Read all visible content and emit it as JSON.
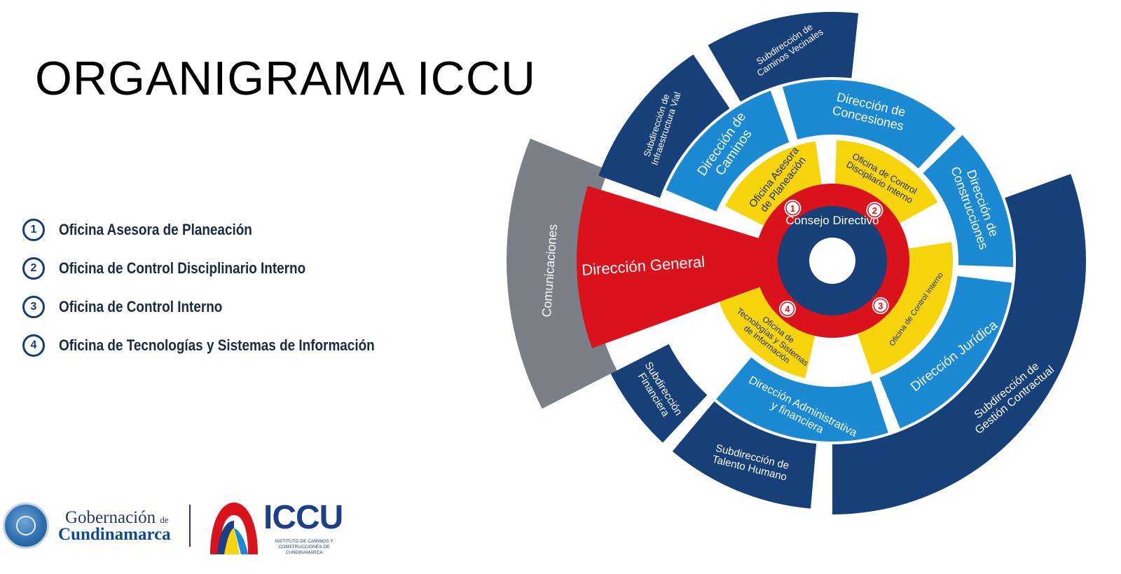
{
  "slide": {
    "title": "ORGANIGRAMA ICCU"
  },
  "legend": [
    {
      "number": "1",
      "label": "Oficina Asesora de Planeación"
    },
    {
      "number": "2",
      "label": "Oficina de Control Disciplinario Interno"
    },
    {
      "number": "3",
      "label": "Oficina de Control Interno"
    },
    {
      "number": "4",
      "label": "Oficina de Tecnologías y Sistemas de Información"
    }
  ],
  "diagram": {
    "center": {
      "label": "Consejo Directivo",
      "color": "#173f78"
    },
    "ring_numbers": [
      "1",
      "2",
      "3",
      "4"
    ],
    "direccion_general": {
      "label": "Dirección General",
      "color": "#d9121b"
    },
    "comunicaciones": {
      "label": "Comunicaciones",
      "color": "#7b7f87"
    },
    "oficinas": [
      {
        "lines": [
          "Oficina Asesora",
          "de Planeación"
        ]
      },
      {
        "lines": [
          "Oficina de Control",
          "Discipliario Interno"
        ]
      },
      {
        "lines": [
          "Oficina de Control Interno"
        ]
      },
      {
        "lines": [
          "Oficina de",
          "Tecnologías y Sistemas",
          "de Información"
        ]
      }
    ],
    "direcciones": [
      {
        "lines": [
          "Dirección de",
          "Caminos"
        ]
      },
      {
        "lines": [
          "Dirección de",
          "Concesiones"
        ]
      },
      {
        "lines": [
          "Dirección de",
          "Construcciones"
        ]
      },
      {
        "lines": [
          "Dirección Jurídica"
        ]
      },
      {
        "lines": [
          "Dirección Administrativa",
          "y financiera"
        ]
      }
    ],
    "subdirecciones": [
      {
        "lines": [
          "Subdirección de",
          "Infraestructura Vial"
        ]
      },
      {
        "lines": [
          "Subdirección de",
          "Caminos Vecinales"
        ]
      },
      {
        "lines": [
          "Subdirección de",
          "Gestión Contractual"
        ]
      },
      {
        "lines": [
          "Subdirección de",
          "Talento Humano"
        ]
      },
      {
        "lines": [
          "Subdirección",
          "Financiera"
        ]
      }
    ],
    "colors": {
      "red": "#d9121b",
      "yellow": "#f7d40c",
      "light_blue": "#1b8ad3",
      "dark_blue": "#173f78",
      "gray": "#7b7f87"
    }
  },
  "footer": {
    "gobernacion_line1": "Gobernación",
    "gobernacion_de": "de",
    "gobernacion_line2": "Cundinamarca",
    "iccu_word": "ICCU",
    "iccu_sub_line1": "INSTITUTO DE CAMINOS Y",
    "iccu_sub_line2": "CONSTRUCCIONES DE CUNDINAMARCA"
  }
}
